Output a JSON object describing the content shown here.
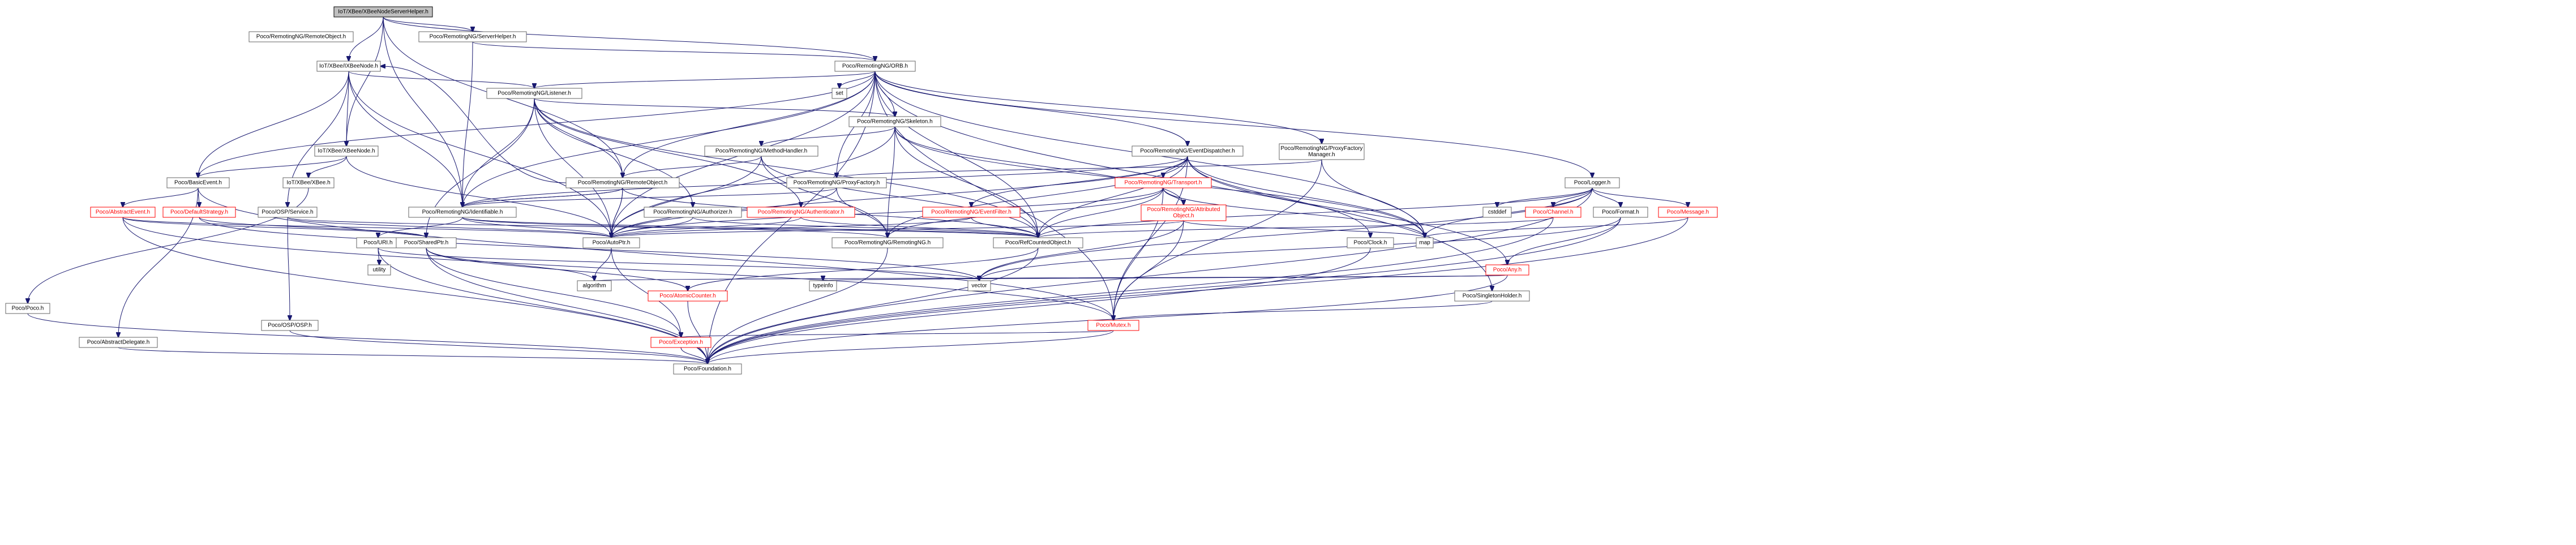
{
  "nodes": {
    "root": "IoT/XBee/XBeeNodeServerHelper.h",
    "remote_object": "Poco/RemotingNG/RemoteObject.h",
    "server_helper": "Poco/RemotingNG/ServerHelper.h",
    "orb": "Poco/RemotingNG/ORB.h",
    "ixbeenode": "IoT/XBee/IXBeeNode.h",
    "listener": "Poco/RemotingNG/Listener.h",
    "set": "set",
    "skeleton": "Poco/RemotingNG/Skeleton.h",
    "xbeenode": "IoT/XBee/XBeeNode.h",
    "method_handler": "Poco/RemotingNG/MethodHandler.h",
    "event_dispatcher": "Poco/RemotingNG/EventDispatcher.h",
    "proxy_factory_manager": "Poco/RemotingNG/ProxyFactory\nManager.h",
    "logger": "Poco/Logger.h",
    "xbee": "IoT/XBee/XBee.h",
    "basic_event": "Poco/BasicEvent.h",
    "proxy_factory": "Poco/RemotingNG/ProxyFactory.h",
    "transport": "Poco/RemotingNG/Transport.h",
    "abstract_event": "Poco/AbstractEvent.h",
    "default_strategy": "Poco/DefaultStrategy.h",
    "osp_service": "Poco/OSP/Service.h",
    "identifiable": "Poco/RemotingNG/Identifiable.h",
    "authorizer": "Poco/RemotingNG/Authorizer.h",
    "authenticator": "Poco/RemotingNG/Authenticator.h",
    "event_filter": "Poco/RemotingNG/EventFilter.h",
    "attributed_object": "Poco/RemotingNG/Attributed\nObject.h",
    "cstddef": "cstddef",
    "channel": "Poco/Channel.h",
    "format": "Poco/Format.h",
    "message": "Poco/Message.h",
    "uri": "Poco/URI.h",
    "shared_ptr": "Poco/SharedPtr.h",
    "auto_ptr": "Poco/AutoPtr.h",
    "remoting_ng": "Poco/RemotingNG/RemotingNG.h",
    "ref_counted_object": "Poco/RefCountedObject.h",
    "clock": "Poco/Clock.h",
    "map": "map",
    "any": "Poco/Any.h",
    "poco": "Poco/Poco.h",
    "utility": "utility",
    "atomic_counter": "Poco/AtomicCounter.h",
    "algorithm": "algorithm",
    "typeinfo": "typeinfo",
    "vector": "vector",
    "singleton_holder": "Poco/SingletonHolder.h",
    "osp": "Poco/OSP/OSP.h",
    "mutex": "Poco/Mutex.h",
    "abstract_delegate": "Poco/AbstractDelegate.h",
    "exception": "Poco/Exception.h",
    "foundation": "Poco/Foundation.h"
  },
  "colors": {
    "edge": "#191970",
    "root_fill": "#bfbfbf",
    "node_border": "#666666",
    "incomplete_border": "#ff0000"
  }
}
